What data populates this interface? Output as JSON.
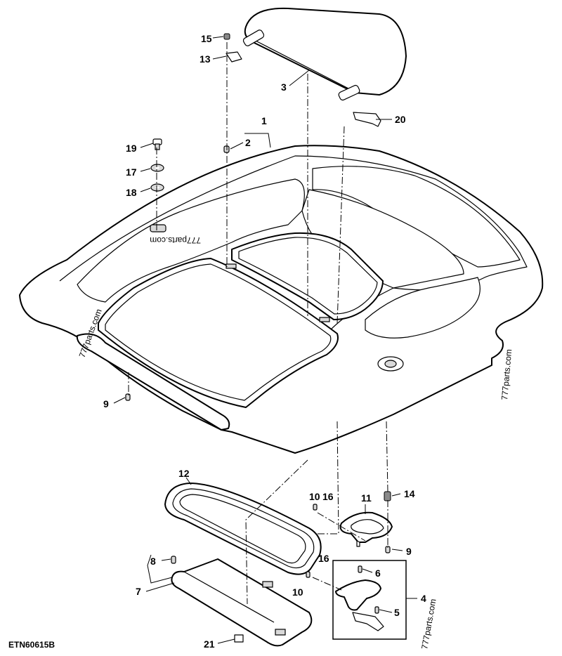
{
  "figure_id": "ETN60615B",
  "callouts": [
    {
      "id": "c15",
      "label": "15"
    },
    {
      "id": "c13",
      "label": "13"
    },
    {
      "id": "c3",
      "label": "3"
    },
    {
      "id": "c1",
      "label": "1"
    },
    {
      "id": "c2",
      "label": "2"
    },
    {
      "id": "c20",
      "label": "20"
    },
    {
      "id": "c19",
      "label": "19"
    },
    {
      "id": "c17",
      "label": "17"
    },
    {
      "id": "c18",
      "label": "18"
    },
    {
      "id": "c9a",
      "label": "9"
    },
    {
      "id": "c12",
      "label": "12"
    },
    {
      "id": "c10a",
      "label": "10"
    },
    {
      "id": "c16a",
      "label": "16"
    },
    {
      "id": "c11",
      "label": "11"
    },
    {
      "id": "c14",
      "label": "14"
    },
    {
      "id": "c9b",
      "label": "9"
    },
    {
      "id": "c8",
      "label": "8"
    },
    {
      "id": "c16b",
      "label": "16"
    },
    {
      "id": "c6",
      "label": "6"
    },
    {
      "id": "c7",
      "label": "7"
    },
    {
      "id": "c10b",
      "label": "10"
    },
    {
      "id": "c4",
      "label": "4"
    },
    {
      "id": "c5",
      "label": "5"
    },
    {
      "id": "c21",
      "label": "21"
    }
  ],
  "watermarks": [
    {
      "id": "w1",
      "text": "777parts.com"
    },
    {
      "id": "w2",
      "text": "777parts.com"
    },
    {
      "id": "w3",
      "text": "777parts.com"
    },
    {
      "id": "w4",
      "text": "777parts.com"
    }
  ]
}
